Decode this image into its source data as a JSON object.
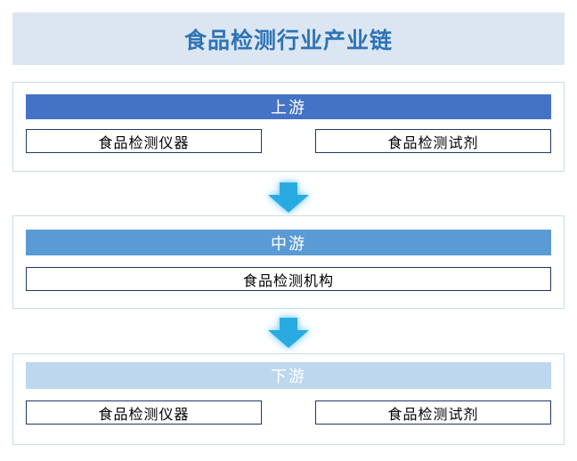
{
  "title": "食品检测行业产业链",
  "colors": {
    "title_bg": "#dce6f2",
    "title_text": "#2e74b5",
    "section_border": "#c9dce5",
    "upstream_header_bg": "#4472c4",
    "midstream_header_bg": "#5b9bd5",
    "downstream_header_bg": "#bdd7ee",
    "header_text": "#ffffff",
    "item_border": "#1f3864",
    "item_text": "#000000",
    "arrow_fill": "#29abe2"
  },
  "sections": [
    {
      "id": "upstream",
      "label": "上游",
      "items": [
        "食品检测仪器",
        "食品检测试剂"
      ]
    },
    {
      "id": "midstream",
      "label": "中游",
      "items": [
        "食品检测机构"
      ]
    },
    {
      "id": "downstream",
      "label": "下游",
      "items": [
        "食品检测仪器",
        "食品检测试剂"
      ]
    }
  ],
  "arrows": {
    "count": 2,
    "direction": "down"
  }
}
